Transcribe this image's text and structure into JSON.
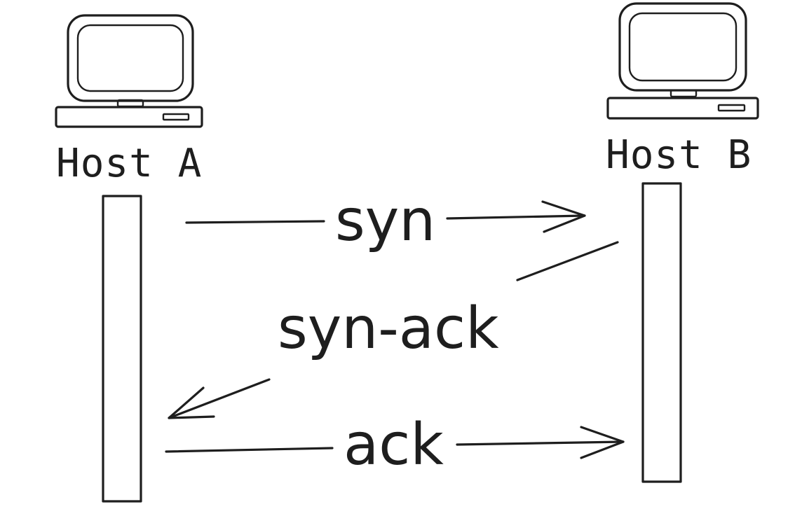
{
  "hosts": {
    "a": {
      "label": "Host A"
    },
    "b": {
      "label": "Host B"
    }
  },
  "messages": {
    "syn": {
      "label": "syn",
      "from": "Host A",
      "to": "Host B"
    },
    "syn_ack": {
      "label": "syn-ack",
      "from": "Host B",
      "to": "Host A"
    },
    "ack": {
      "label": "ack",
      "from": "Host A",
      "to": "Host B"
    }
  },
  "colors": {
    "stroke": "#1e1e1e",
    "background": "#ffffff"
  },
  "icons": {
    "host_a": "computer-icon",
    "host_b": "computer-icon"
  }
}
